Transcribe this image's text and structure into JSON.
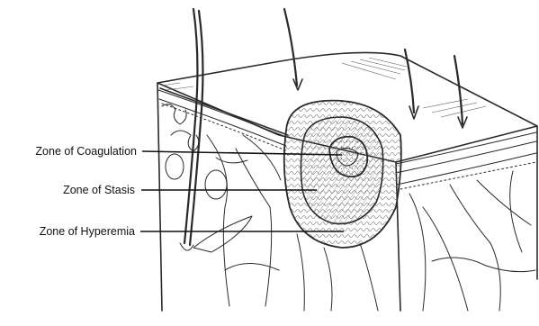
{
  "labels": {
    "coagulation": "Zone of Coagulation",
    "stasis": "Zone of Stasis",
    "hyperemia": "Zone of Hyperemia"
  },
  "colors": {
    "ink": "#2a2a2a",
    "label": "#111111",
    "background": "#ffffff"
  }
}
